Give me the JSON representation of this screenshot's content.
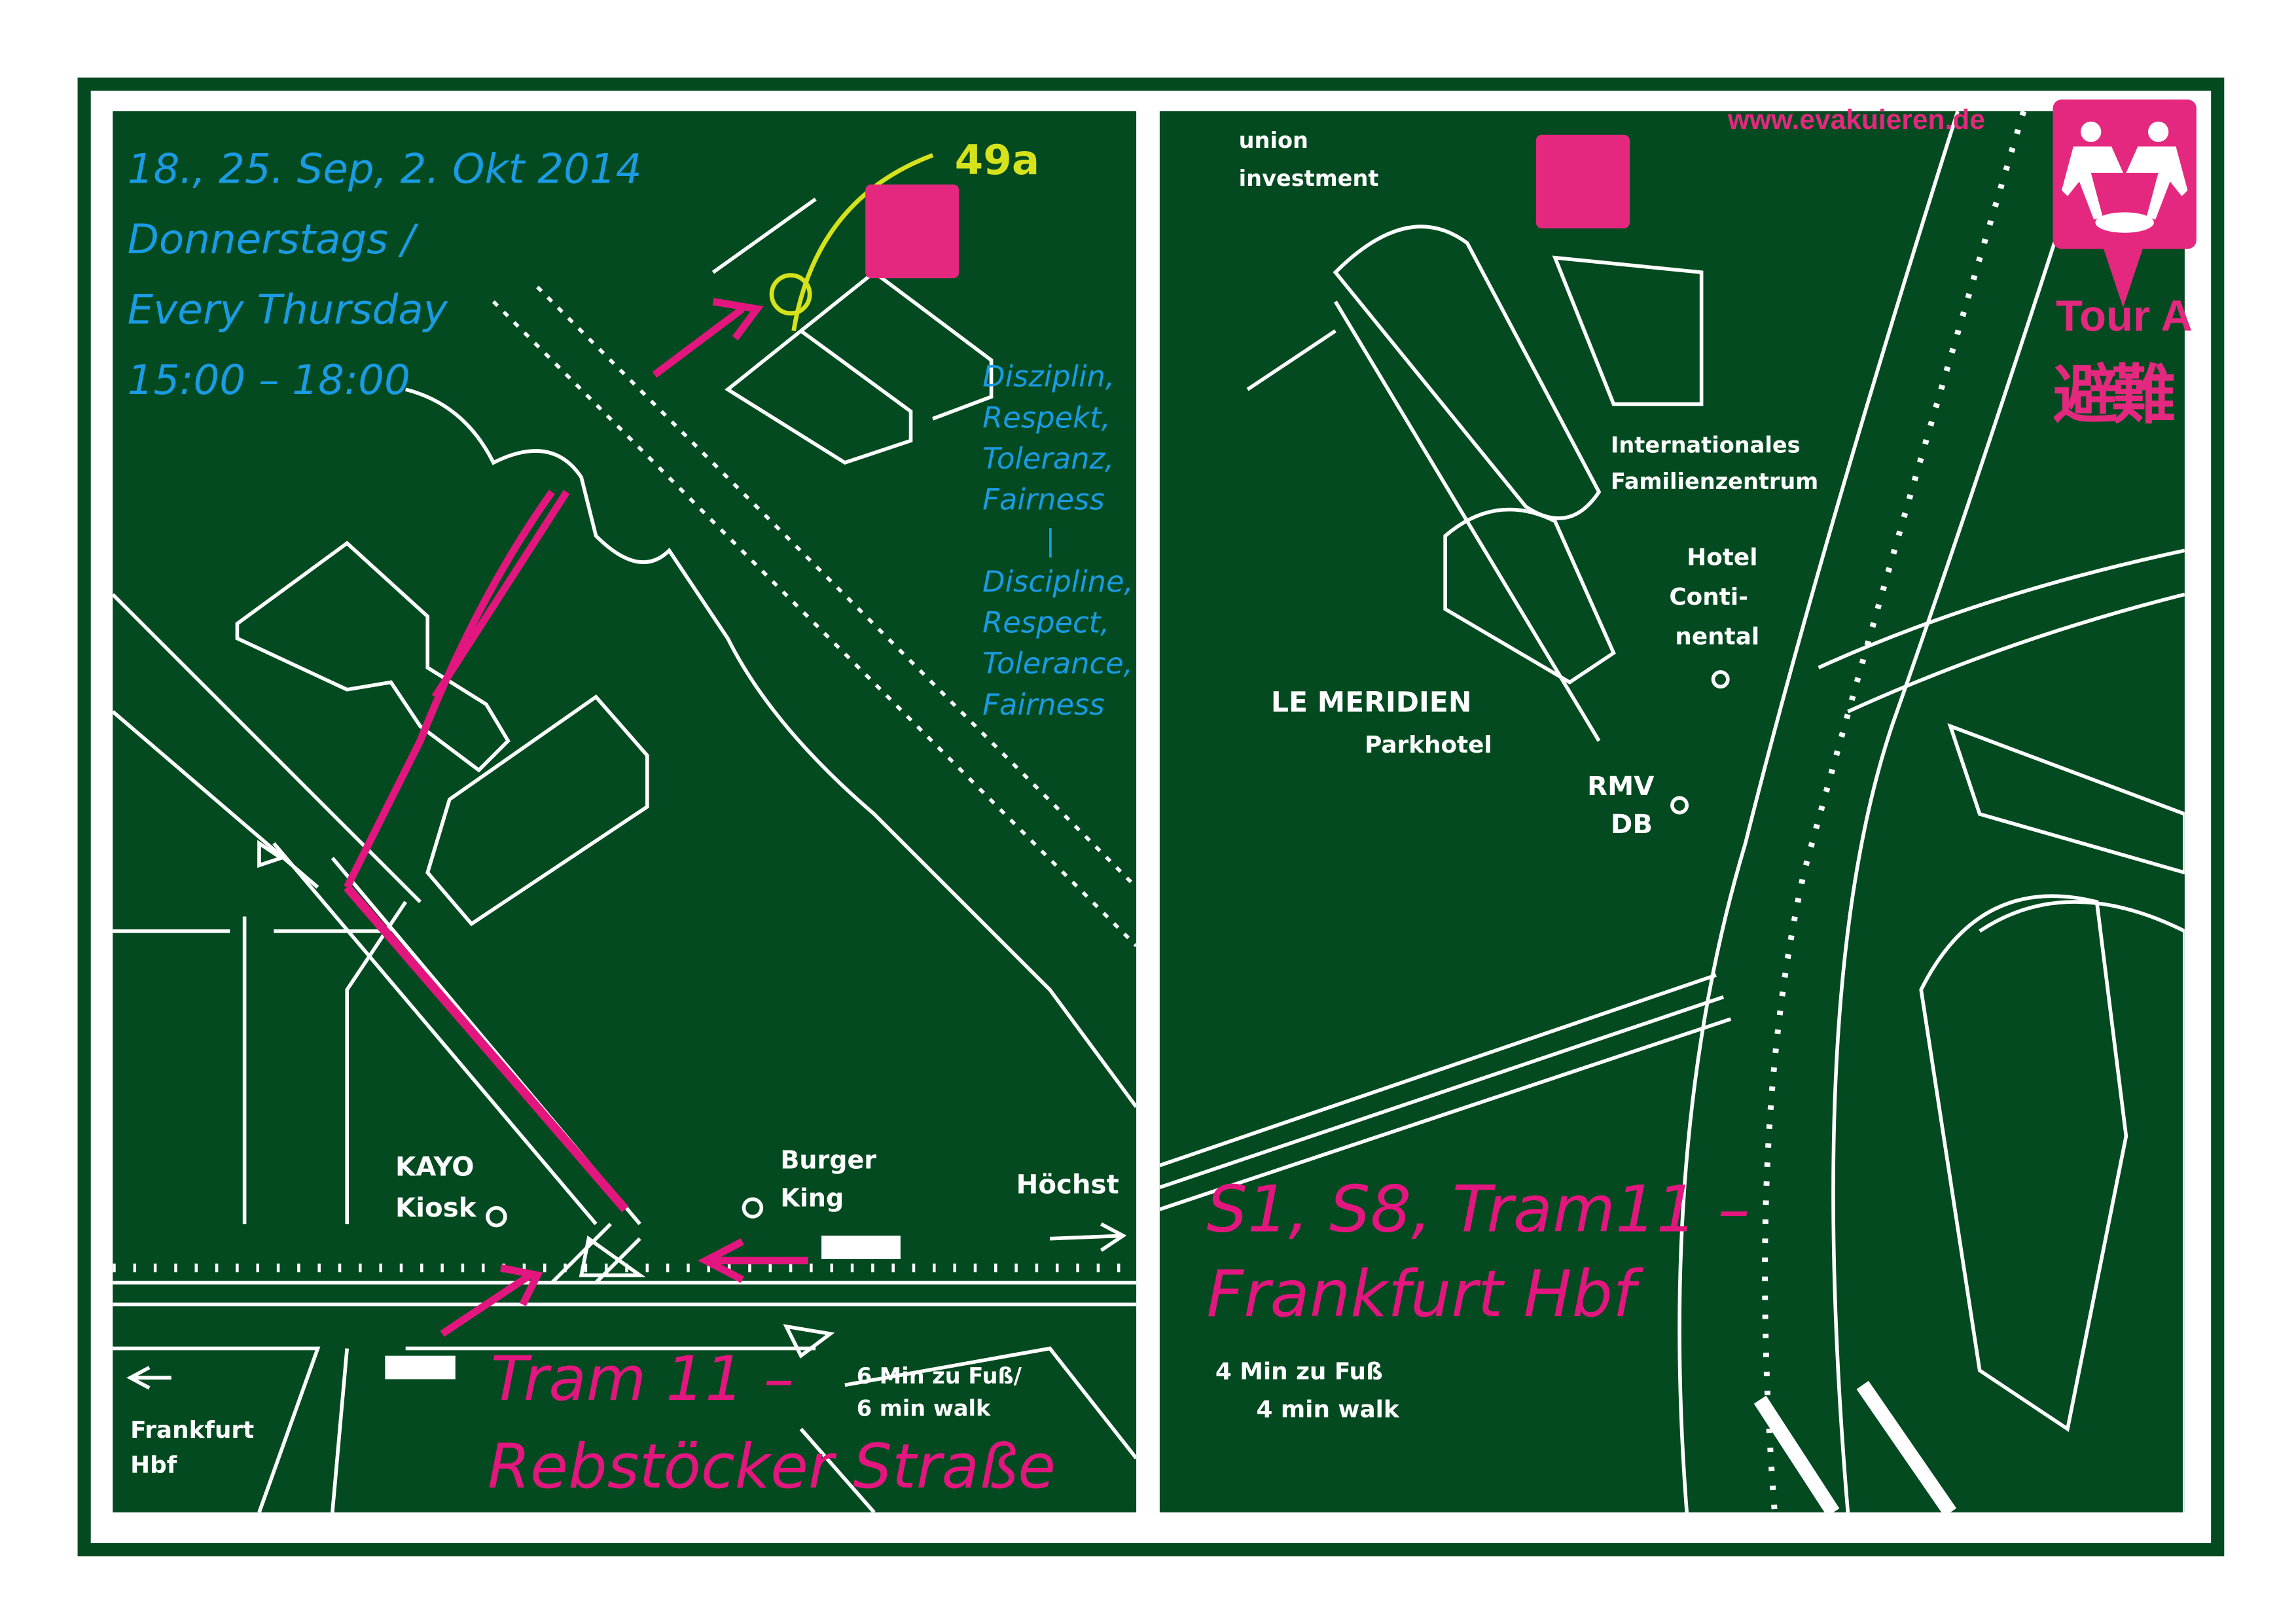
{
  "website": "www.evakuieren.de",
  "logo": {
    "tour": "Tour A",
    "kanji": "避難",
    "icon": "two-people-handshake-icon",
    "color": "#e4287f"
  },
  "colors": {
    "board": "#034a20",
    "chalk": "#ffffff",
    "blue": "#1a9be3",
    "magenta": "#e3167f",
    "yellow": "#d6e21c"
  },
  "left_panel": {
    "dates": "18., 25. Sep, 2. Okt 2014",
    "weekday_de": "Donnerstags /",
    "weekday_en": "Every Thursday",
    "time": "15:00 – 18:00",
    "bus_number": "49a",
    "values_de": [
      "Disziplin,",
      "Respekt,",
      "Toleranz,",
      "Fairness"
    ],
    "separator": "|",
    "values_en": [
      "Discipline,",
      "Respect,",
      "Tolerance,",
      "Fairness"
    ],
    "kayo": [
      "KAYO",
      "Kiosk"
    ],
    "burger_king": [
      "Burger",
      "King"
    ],
    "hoechst": "Höchst",
    "frankfurt": [
      "Frankfurt",
      "Hbf"
    ],
    "walk": [
      "6 Min zu Fuß/",
      "6 min walk"
    ],
    "stop": [
      "Tram 11 –",
      "Rebstöcker Straße"
    ]
  },
  "right_panel": {
    "union": [
      "union",
      "investment"
    ],
    "ifz": [
      "Internationales",
      "Familienzentrum"
    ],
    "hotel": [
      "Hotel",
      "Conti-",
      "nental"
    ],
    "meridien": [
      "LE MERIDIEN",
      "Parkhotel"
    ],
    "rmv": [
      "RMV",
      "DB"
    ],
    "stop": [
      "S1, S8, Tram11 –",
      "Frankfurt Hbf"
    ],
    "walk": [
      "4 Min zu Fuß",
      "4 min walk"
    ]
  }
}
